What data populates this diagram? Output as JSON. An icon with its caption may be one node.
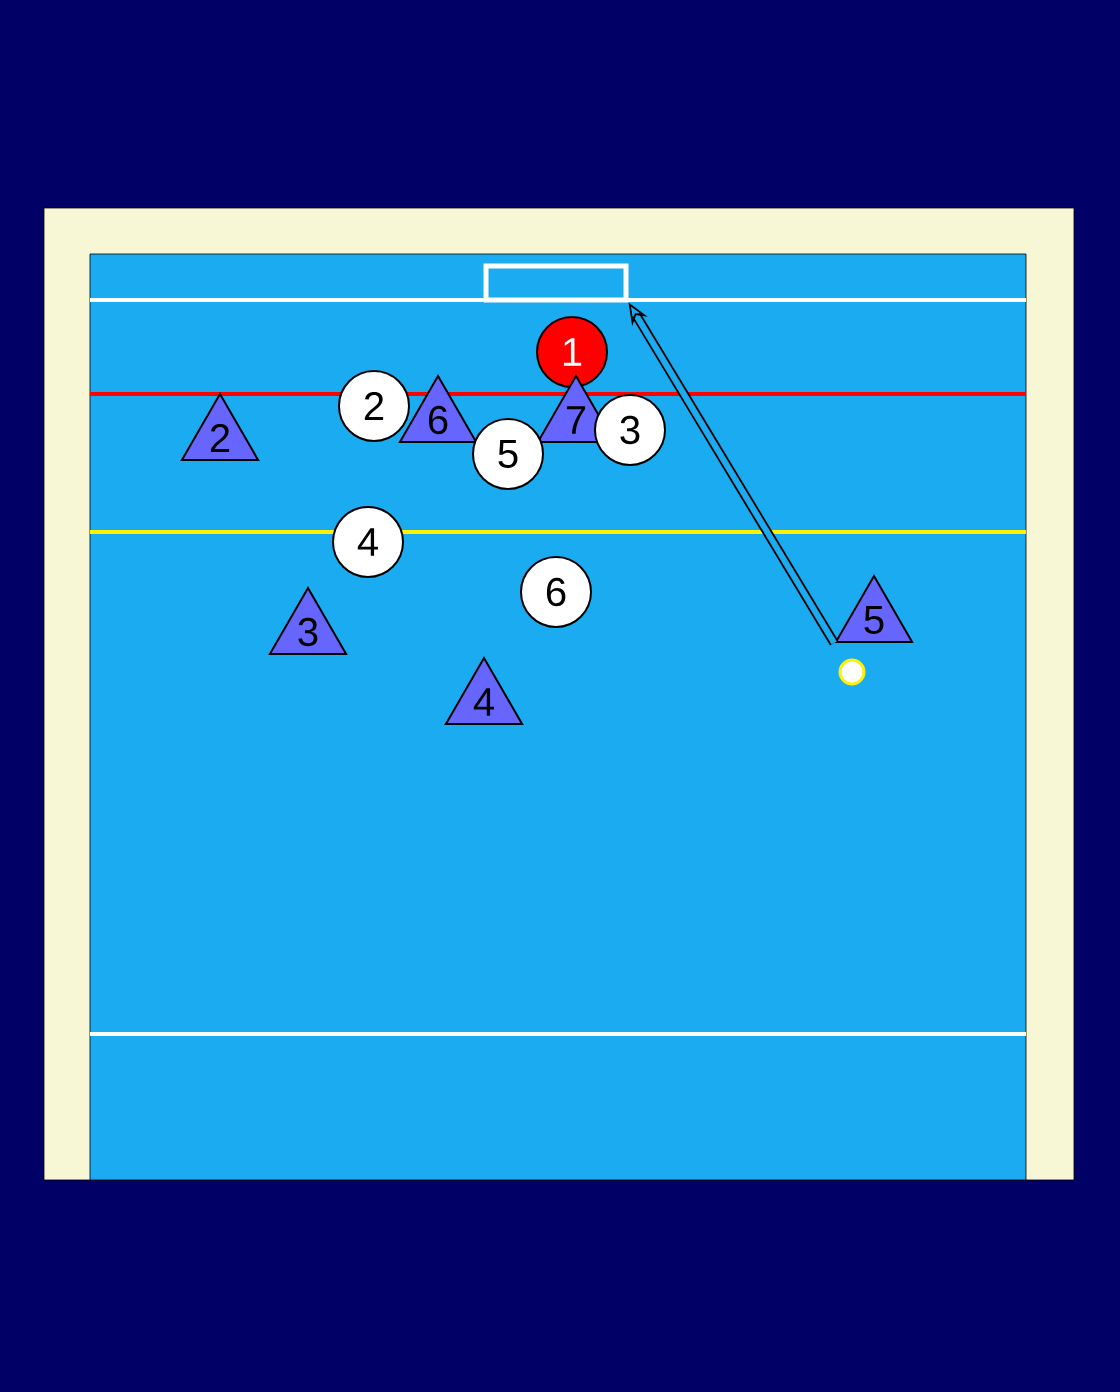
{
  "diagram": {
    "nodes": [
      {
        "text": [],
        "shape": "box"
      },
      {
        "text": [
          "1"
        ]
      },
      {
        "text": [
          "2"
        ]
      },
      {
        "text": [
          "6"
        ]
      },
      {
        "text": [
          "7"
        ]
      },
      {
        "text": [
          "3"
        ]
      },
      {
        "text": [
          "2"
        ]
      },
      {
        "text": [
          "5"
        ]
      },
      {
        "text": [
          "4"
        ]
      },
      {
        "text": [
          "6"
        ]
      },
      {
        "text": [
          "5"
        ]
      },
      {
        "text": [
          "3"
        ]
      },
      {
        "text": [],
        "shape": "circle"
      },
      {
        "text": [
          "4"
        ]
      }
    ],
    "edges": [
      {
        "from": 10,
        "to": 0,
        "arrow": "to"
      }
    ]
  }
}
